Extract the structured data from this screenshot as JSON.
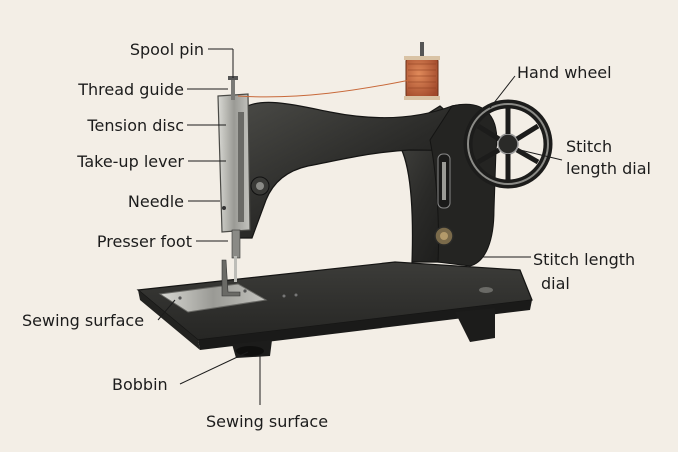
{
  "labels": {
    "spool_pin": "Spool pin",
    "thread_guide": "Thread guide",
    "tension_disc": "Tension disc",
    "take_up_lever": "Take-up lever",
    "needle": "Needle",
    "presser_foot": "Presser foot",
    "sewing_surface_left": "Sewing surface",
    "bobbin": "Bobbin",
    "sewing_surface_bottom": "Sewing surface",
    "hand_wheel": "Hand wheel",
    "stitch_length_dial_upper_line1": "Stitch",
    "stitch_length_dial_upper_line2": "length dial",
    "stitch_length_dial_lower_line1": "Stitch length",
    "stitch_length_dial_lower_line2": "dial"
  },
  "colors": {
    "background": "#f3eee6",
    "machine_body": "#2a2a28",
    "thread": "#c8693a",
    "leader_line": "#1c1c1c"
  }
}
